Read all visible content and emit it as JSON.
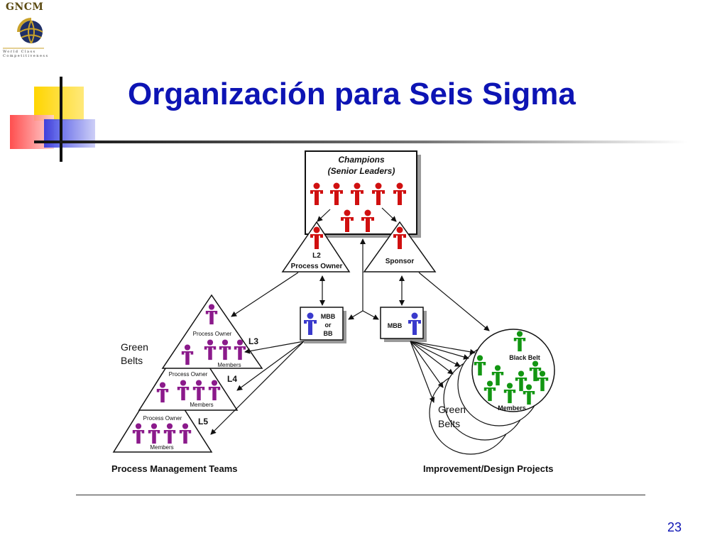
{
  "logo": {
    "name": "GNCM",
    "tagline_1": "World Class",
    "tagline_2": "Competitiveness"
  },
  "slide": {
    "title": "Organización para Seis Sigma",
    "page_number": "23"
  },
  "colors": {
    "title": "#0d14b4",
    "champion": "#d01010",
    "process_team": "#8b1a8b",
    "belt_master": "#3a3acc",
    "project": "#129612"
  },
  "diagram": {
    "champions": {
      "title_1": "Champions",
      "title_2": "(Senior Leaders)"
    },
    "process_owner_l2": {
      "level": "L2",
      "label": "Process Owner"
    },
    "sponsor": {
      "label": "Sponsor"
    },
    "mbb_bb": {
      "line_1": "MBB",
      "line_2": "or",
      "line_3": "BB"
    },
    "mbb": {
      "label": "MBB"
    },
    "process_teams": {
      "levels": [
        {
          "level": "L3",
          "owner": "Process Owner",
          "members": "Members"
        },
        {
          "level": "L4",
          "owner": "Process Owner",
          "members": "Members"
        },
        {
          "level": "L5",
          "owner": "Process Owner",
          "members": "Members"
        }
      ],
      "caption": "Process Management Teams"
    },
    "green_belts_left": {
      "line_1": "Green",
      "line_2": "Belts"
    },
    "projects": {
      "black_belt": "Black Belt",
      "members": "Members",
      "caption": "Improvement/Design Projects"
    },
    "green_belts_right": {
      "line_1": "Green",
      "line_2": "Belts"
    }
  }
}
